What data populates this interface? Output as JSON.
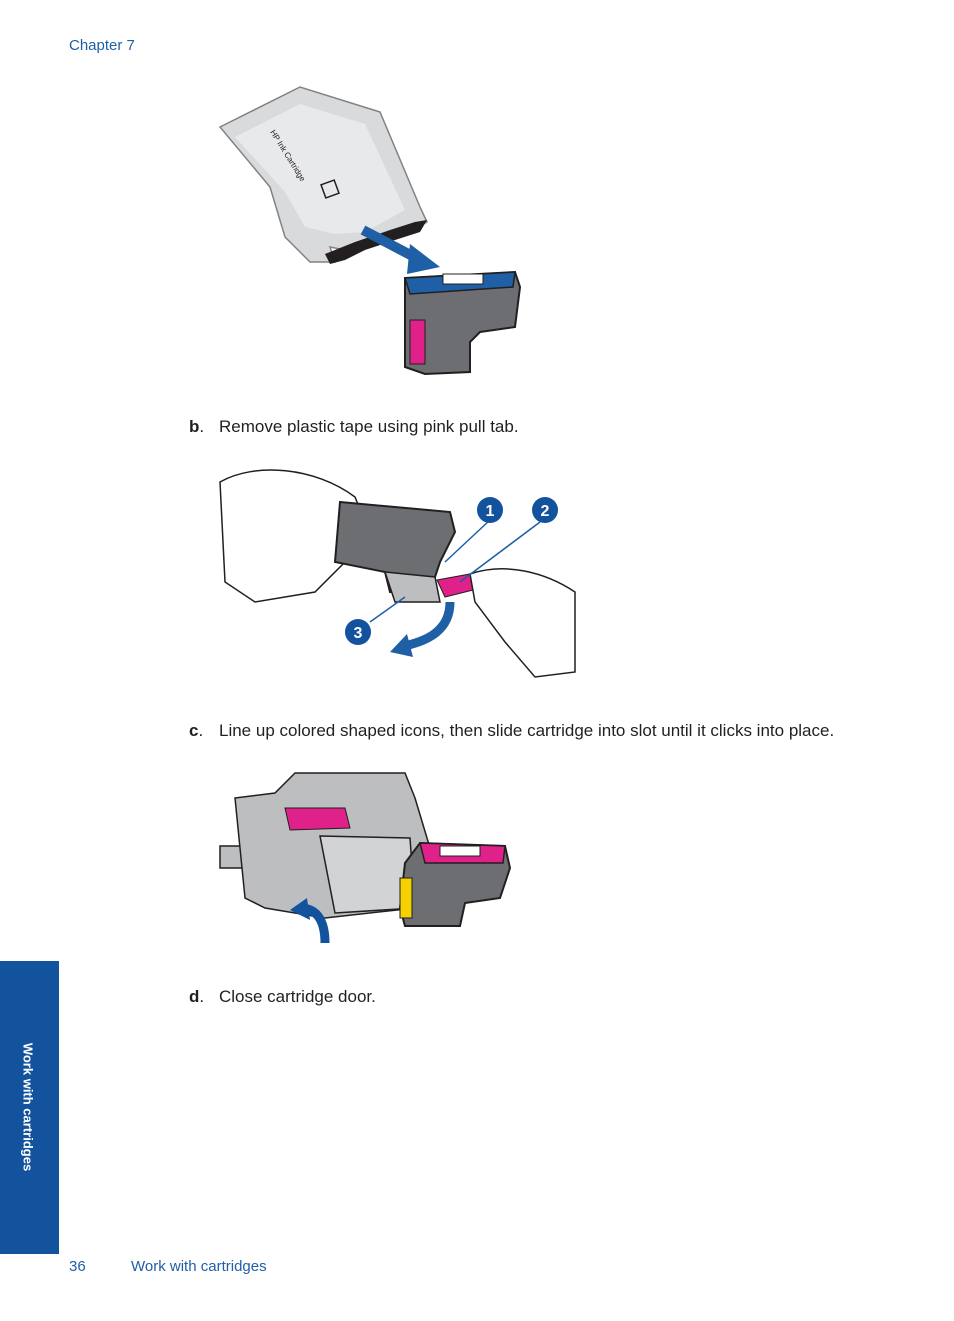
{
  "header": {
    "chapter": "Chapter 7"
  },
  "figure_a": {
    "bag_text": "HP Ink Cartridge"
  },
  "steps": [
    {
      "letter": "b",
      "text": "Remove plastic tape using pink pull tab."
    },
    {
      "letter": "c",
      "text": "Line up colored shaped icons, then slide cartridge into slot until it clicks into place."
    },
    {
      "letter": "d",
      "text": "Close cartridge door."
    }
  ],
  "figure_b": {
    "callouts": [
      "1",
      "2",
      "3"
    ]
  },
  "side_tab": {
    "label": "Work with cartridges"
  },
  "footer": {
    "page_number": "36",
    "section": "Work with cartridges"
  },
  "colors": {
    "accent_blue": "#13529c",
    "link_blue": "#1f5fa6",
    "magenta": "#e0218a",
    "cartridge_gray": "#6d6e71"
  }
}
